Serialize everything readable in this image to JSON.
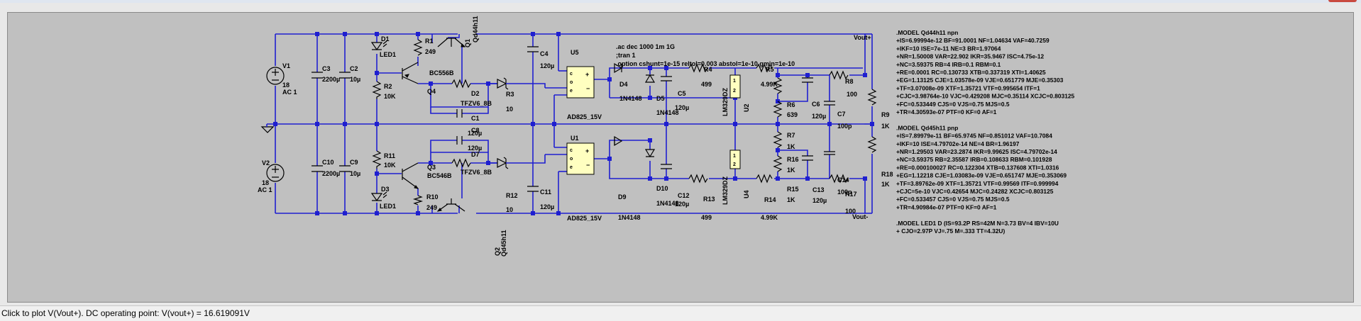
{
  "status": {
    "text": "Click to plot V(Vout+).  DC operating point: V(vout+) = 16.619091V"
  },
  "directives": [
    ".ac dec 1000 1m 1G",
    ";tran 1",
    ".option cshunt=1e-15 reltol=0.003 abstol=1e-10 gmin=1e-10"
  ],
  "nets": {
    "vout_pos": "Vout+",
    "vout_neg": "Vout-"
  },
  "parts": {
    "V1": {
      "name": "V1",
      "value": "18",
      "ac": "AC 1"
    },
    "V2": {
      "name": "V2",
      "value": "18",
      "ac": "AC 1"
    },
    "C3": {
      "name": "C3",
      "value": "2200µ"
    },
    "C2": {
      "name": "C2",
      "value": "10µ"
    },
    "C10": {
      "name": "C10",
      "value": "2200µ"
    },
    "C9": {
      "name": "C9",
      "value": "10µ"
    },
    "D1": {
      "name": "D1",
      "value": "LED1"
    },
    "D3": {
      "name": "D3",
      "value": "LED1"
    },
    "R1": {
      "name": "R1",
      "value": "249"
    },
    "R2": {
      "name": "R2",
      "value": "10K"
    },
    "R11": {
      "name": "R11",
      "value": "10K"
    },
    "R10": {
      "name": "R10",
      "value": "249"
    },
    "Q1": {
      "name": "Q1",
      "value": "Qd44h11"
    },
    "Q2": {
      "name": "Q2",
      "value": "Qd45h11"
    },
    "Q3": {
      "name": "Q3",
      "value": "BC546B"
    },
    "Q4": {
      "name": "Q4",
      "value": "BC556B"
    },
    "D2": {
      "name": "D2",
      "value": "TFZV6_8B"
    },
    "D7": {
      "name": "D7",
      "value": "TFZV6_8B"
    },
    "C1": {
      "name": "C1",
      "value": "120µ"
    },
    "C8": {
      "name": "C8",
      "value": "120µ"
    },
    "R3": {
      "name": "R3",
      "value": "10"
    },
    "R12": {
      "name": "R12",
      "value": "10"
    },
    "C4": {
      "name": "C4",
      "value": "120µ"
    },
    "C11": {
      "name": "C11",
      "value": "120µ"
    },
    "U5": {
      "name": "U5",
      "value": "AD825_15V"
    },
    "U1": {
      "name": "U1",
      "value": "AD825_15V"
    },
    "D4": {
      "name": "D4",
      "value": "1N4148"
    },
    "D5": {
      "name": "D5",
      "value": "1N4148"
    },
    "D9": {
      "name": "D9",
      "value": "1N4148"
    },
    "D10": {
      "name": "D10",
      "value": "1N4148"
    },
    "C5": {
      "name": "C5",
      "value": "120µ"
    },
    "C12": {
      "name": "C12",
      "value": "120µ"
    },
    "R4": {
      "name": "R4",
      "value": "499"
    },
    "R13": {
      "name": "R13",
      "value": "499"
    },
    "R5": {
      "name": "R5",
      "value": "4.99K"
    },
    "R14": {
      "name": "R14",
      "value": "4.99K"
    },
    "U2": {
      "name": "U2",
      "value": "LM329DZ"
    },
    "U4": {
      "name": "U4",
      "value": "LM329DZ"
    },
    "R6": {
      "name": "R6",
      "value": "639"
    },
    "C6": {
      "name": "C6",
      "value": "120µ"
    },
    "R8": {
      "name": "R8",
      "value": "100"
    },
    "C7": {
      "name": "C7",
      "value": "100p"
    },
    "R7": {
      "name": "R7",
      "value": "1K"
    },
    "R16": {
      "name": "R16",
      "value": "1K"
    },
    "R15": {
      "name": "R15",
      "value": "1K"
    },
    "C13": {
      "name": "C13",
      "value": "120µ"
    },
    "C14": {
      "name": "C14",
      "value": "100p"
    },
    "R17": {
      "name": "R17",
      "value": "100"
    },
    "R9": {
      "name": "R9",
      "value": "1K"
    },
    "R18": {
      "name": "R18",
      "value": "1K"
    }
  },
  "models": [
    ".MODEL Qd44h11 npn",
    "+IS=6.99994e-12 BF=91.0001 NF=1.04634 VAF=40.7259",
    "+IKF=10 ISE=7e-11 NE=3 BR=1.97064",
    "+NR=1.50008 VAR=22.902 IKR=35.9467 ISC=4.75e-12",
    "+NC=3.59375 RB=4 IRB=0.1 RBM=0.1",
    "+RE=0.0001 RC=0.130733 XTB=0.337319 XTI=1.40625",
    "+EG=1.13125 CJE=1.03578e-09 VJE=0.651779 MJE=0.35303",
    "+TF=3.07008e-09 XTF=1.35721 VTF=0.995654 ITF=1",
    "+CJC=3.98764e-10 VJC=0.429208 MJC=0.35114 XCJC=0.803125",
    "+FC=0.533449 CJS=0 VJS=0.75 MJS=0.5",
    "+TR=4.30593e-07 PTF=0 KF=0 AF=1",
    "",
    ".MODEL Qd45h11 pnp",
    "+IS=7.89979e-11 BF=65.9745 NF=0.851012 VAF=10.7084",
    "+IKF=10 ISE=4.79702e-14 NE=4 BR=1.96197",
    "+NR=1.29503 VAR=23.2874 IKR=9.99625 ISC=4.79702e-14",
    "+NC=3.59375 RB=2.35587 IRB=0.108633 RBM=0.101928",
    "+RE=0.000100027 RC=0.122304 XTB=0.137608 XTI=1.0316",
    "+EG=1.12218 CJE=1.03083e-09 VJE=0.651747 MJE=0.353069",
    "+TF=3.89762e-09 XTF=1.35721 VTF=0.99569 ITF=0.999994",
    "+CJC=5e-10 VJC=0.42654 MJC=0.24282 XCJC=0.803125",
    "+FC=0.533457 CJS=0 VJS=0.75 MJS=0.5",
    "+TR=4.90984e-07 PTF=0 KF=0 AF=1",
    "",
    ".MODEL LED1 D (IS=93.2P RS=42M N=3.73 BV=4 IBV=10U",
    "+ CJO=2.97P VJ=.75 M=.333 TT=4.32U)"
  ]
}
